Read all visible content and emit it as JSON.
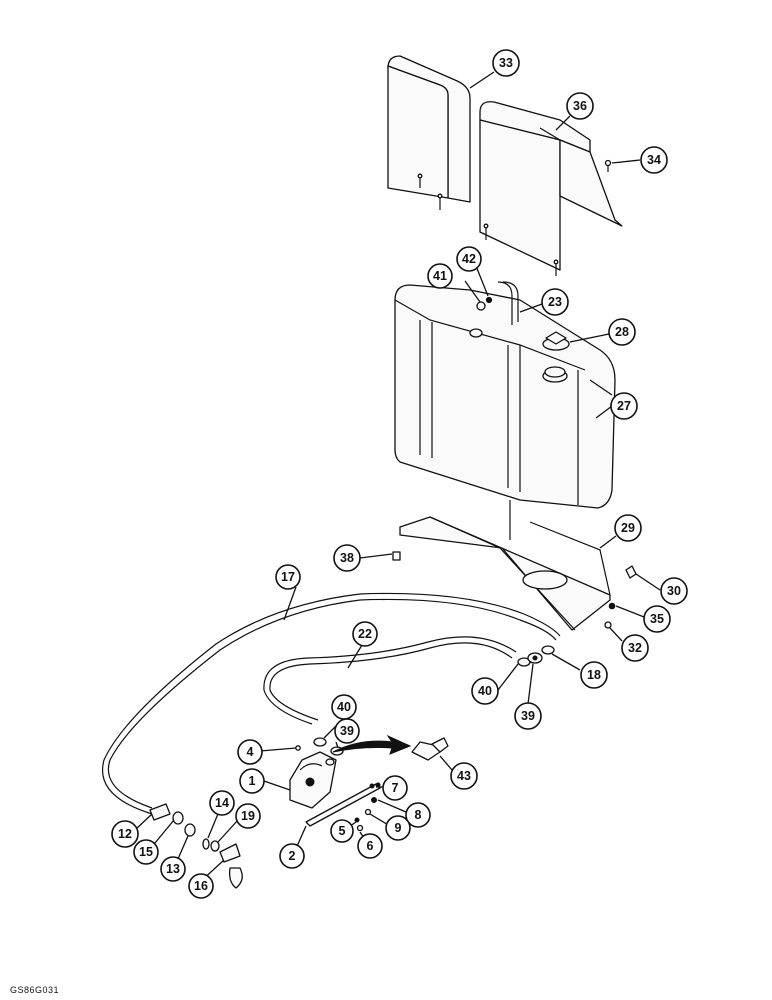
{
  "figure_id": "GS86G031",
  "callouts": {
    "c1": "1",
    "c2": "2",
    "c4": "4",
    "c5": "5",
    "c6": "6",
    "c7": "7",
    "c8": "8",
    "c9": "9",
    "c12": "12",
    "c13": "13",
    "c14": "14",
    "c15": "15",
    "c16": "16",
    "c17": "17",
    "c18": "18",
    "c19": "19",
    "c22": "22",
    "c23": "23",
    "c27": "27",
    "c28": "28",
    "c29": "29",
    "c30": "30",
    "c32": "32",
    "c33": "33",
    "c34": "34",
    "c35": "35",
    "c36": "36",
    "c38": "38",
    "c39a": "39",
    "c39b": "39",
    "c40a": "40",
    "c40b": "40",
    "c41": "41",
    "c42": "42",
    "c43": "43"
  }
}
